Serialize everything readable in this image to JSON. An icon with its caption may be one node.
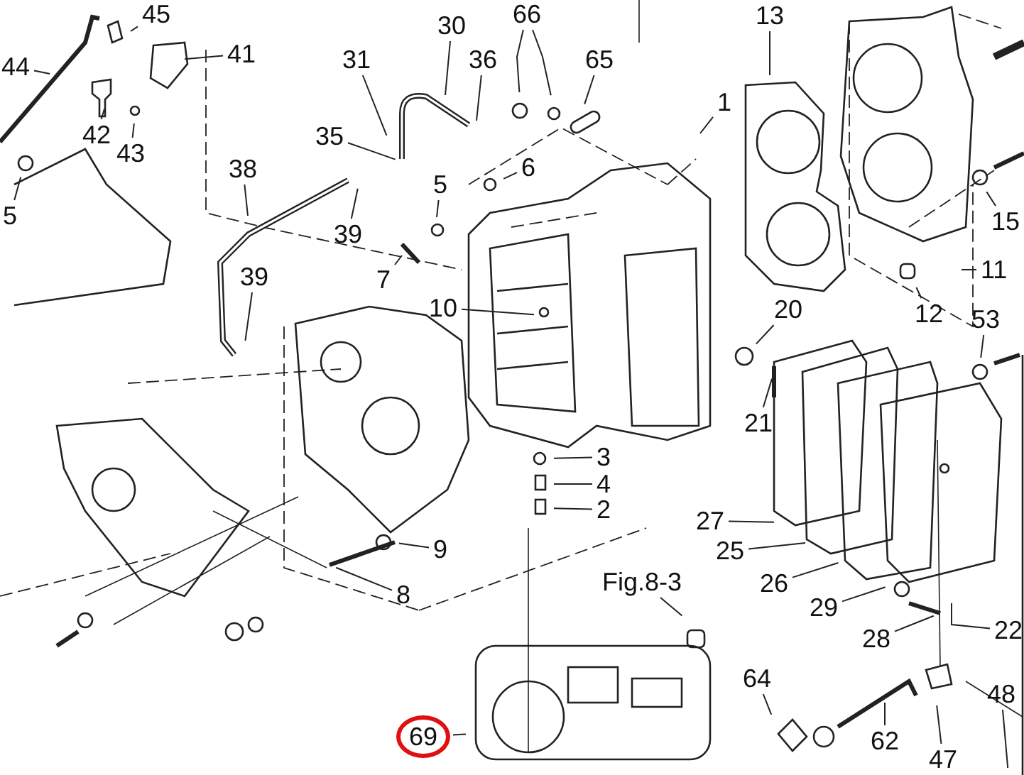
{
  "diagram": {
    "nodes": [
      {
        "text": [
          "45"
        ]
      },
      {
        "text": [
          "44"
        ]
      },
      {
        "text": [
          "41"
        ]
      },
      {
        "text": [
          "30"
        ]
      },
      {
        "text": [
          "31"
        ]
      },
      {
        "text": [
          "66"
        ]
      },
      {
        "text": [
          "36"
        ]
      },
      {
        "text": [
          "65"
        ]
      },
      {
        "text": [
          "42"
        ]
      },
      {
        "text": [
          "43"
        ]
      },
      {
        "text": [
          "13"
        ]
      },
      {
        "text": [
          "1"
        ]
      },
      {
        "text": [
          "35"
        ]
      },
      {
        "text": [
          "6"
        ]
      },
      {
        "text": [
          "5"
        ]
      },
      {
        "text": [
          "38"
        ]
      },
      {
        "text": [
          "5"
        ]
      },
      {
        "text": [
          "39"
        ]
      },
      {
        "text": [
          "15"
        ]
      },
      {
        "text": [
          "11"
        ]
      },
      {
        "text": [
          "7"
        ]
      },
      {
        "text": [
          "10"
        ]
      },
      {
        "text": [
          "39"
        ]
      },
      {
        "text": [
          "12"
        ]
      },
      {
        "text": [
          "20"
        ]
      },
      {
        "text": [
          "53"
        ]
      },
      {
        "text": [
          "21"
        ]
      },
      {
        "text": [
          "3"
        ]
      },
      {
        "text": [
          "4"
        ]
      },
      {
        "text": [
          "2"
        ]
      },
      {
        "text": [
          "9"
        ]
      },
      {
        "text": [
          "8"
        ]
      },
      {
        "text": [
          "27"
        ]
      },
      {
        "text": [
          "25"
        ]
      },
      {
        "text": [
          "26"
        ]
      },
      {
        "text": [
          "22"
        ]
      },
      {
        "text": [
          "29"
        ]
      },
      {
        "text": [
          "28"
        ]
      },
      {
        "text": [
          "Fig.8-3"
        ]
      },
      {
        "text": [
          "64"
        ]
      },
      {
        "text": [
          "48"
        ]
      },
      {
        "text": [
          "62"
        ]
      },
      {
        "text": [
          "47"
        ]
      },
      {
        "text": [
          "69"
        ]
      }
    ],
    "edges": [
      {
        "from": 0,
        "to": null,
        "arrow": "none"
      },
      {
        "from": 1,
        "to": null,
        "arrow": "none"
      },
      {
        "from": 2,
        "to": null,
        "arrow": "none"
      },
      {
        "from": 3,
        "to": null,
        "arrow": "none"
      },
      {
        "from": 4,
        "to": null,
        "arrow": "none"
      },
      {
        "from": 5,
        "to": null,
        "arrow": "none"
      },
      {
        "from": 5,
        "to": null,
        "arrow": "none"
      },
      {
        "from": 6,
        "to": null,
        "arrow": "none"
      },
      {
        "from": 7,
        "to": null,
        "arrow": "none"
      },
      {
        "from": 8,
        "to": null,
        "arrow": "none"
      },
      {
        "from": 9,
        "to": null,
        "arrow": "none"
      },
      {
        "from": 10,
        "to": null,
        "arrow": "none"
      },
      {
        "from": 11,
        "to": null,
        "arrow": "none"
      },
      {
        "from": 12,
        "to": null,
        "arrow": "none"
      },
      {
        "from": 13,
        "to": null,
        "arrow": "none"
      },
      {
        "from": 14,
        "to": null,
        "arrow": "none"
      },
      {
        "from": 15,
        "to": null,
        "arrow": "none"
      },
      {
        "from": 16,
        "to": null,
        "arrow": "none"
      },
      {
        "from": 17,
        "to": null,
        "arrow": "none"
      },
      {
        "from": 18,
        "to": null,
        "arrow": "none"
      },
      {
        "from": 19,
        "to": null,
        "arrow": "none"
      },
      {
        "from": 20,
        "to": null,
        "arrow": "none"
      },
      {
        "from": 21,
        "to": null,
        "arrow": "none"
      },
      {
        "from": 22,
        "to": null,
        "arrow": "none"
      },
      {
        "from": 23,
        "to": null,
        "arrow": "none"
      },
      {
        "from": 24,
        "to": null,
        "arrow": "none"
      },
      {
        "from": 25,
        "to": null,
        "arrow": "none"
      },
      {
        "from": 26,
        "to": null,
        "arrow": "none"
      },
      {
        "from": 27,
        "to": null,
        "arrow": "none"
      },
      {
        "from": 28,
        "to": null,
        "arrow": "none"
      },
      {
        "from": 29,
        "to": null,
        "arrow": "none"
      },
      {
        "from": 30,
        "to": null,
        "arrow": "none"
      },
      {
        "from": 31,
        "to": null,
        "arrow": "none"
      },
      {
        "from": 32,
        "to": null,
        "arrow": "none"
      },
      {
        "from": 33,
        "to": null,
        "arrow": "none"
      },
      {
        "from": 34,
        "to": null,
        "arrow": "none"
      },
      {
        "from": 35,
        "to": null,
        "arrow": "none"
      },
      {
        "from": 36,
        "to": null,
        "arrow": "none"
      },
      {
        "from": 37,
        "to": null,
        "arrow": "none"
      },
      {
        "from": 38,
        "to": null,
        "arrow": "none"
      },
      {
        "from": 39,
        "to": null,
        "arrow": "none"
      },
      {
        "from": 40,
        "to": null,
        "arrow": "none"
      },
      {
        "from": 41,
        "to": null,
        "arrow": "none"
      },
      {
        "from": 42,
        "to": null,
        "arrow": "none"
      },
      {
        "from": 43,
        "to": null,
        "arrow": "none"
      }
    ]
  }
}
